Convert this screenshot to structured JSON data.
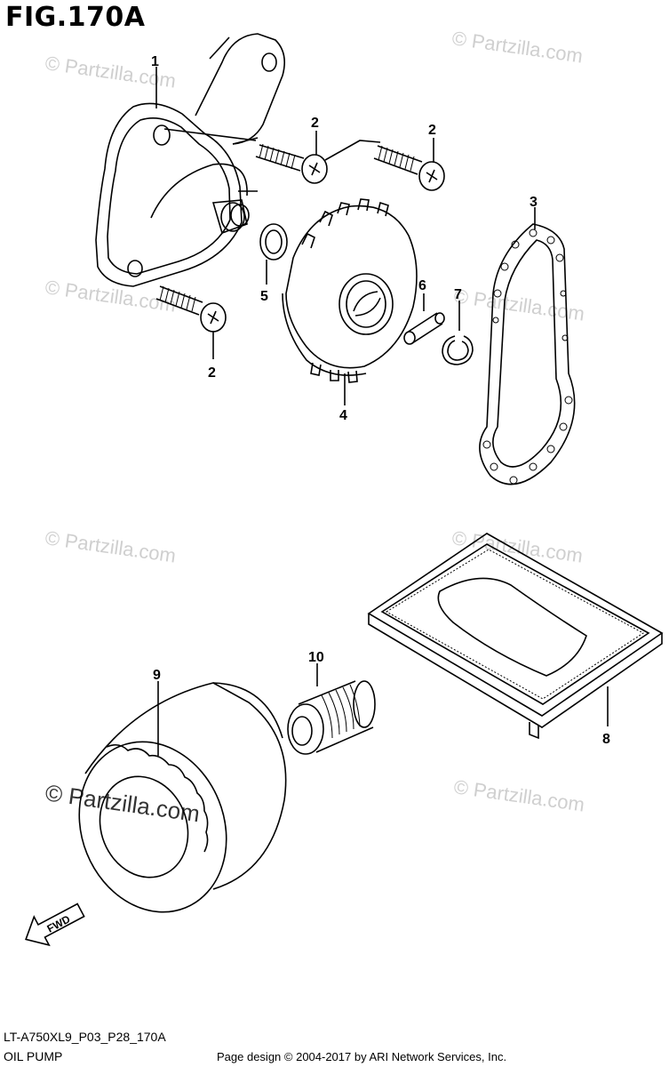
{
  "figure": {
    "title": "FIG.170A",
    "diagram_code": "LT-A750XL9_P03_P28_170A",
    "section_name": "OIL PUMP",
    "page_credit": "Page design © 2004-2017 by ARI Network Services, Inc."
  },
  "callouts": {
    "c1a": "1",
    "c2a": "2",
    "c2b": "2",
    "c2c": "2",
    "c3": "3",
    "c4": "4",
    "c5": "5",
    "c6": "6",
    "c7": "7",
    "c8": "8",
    "c9": "9",
    "c10": "10"
  },
  "watermark": {
    "text": "© Partzilla.com"
  },
  "fwd_label": "FWD",
  "colors": {
    "line": "#000000",
    "watermark": "#cfcfcf",
    "background": "#ffffff"
  }
}
